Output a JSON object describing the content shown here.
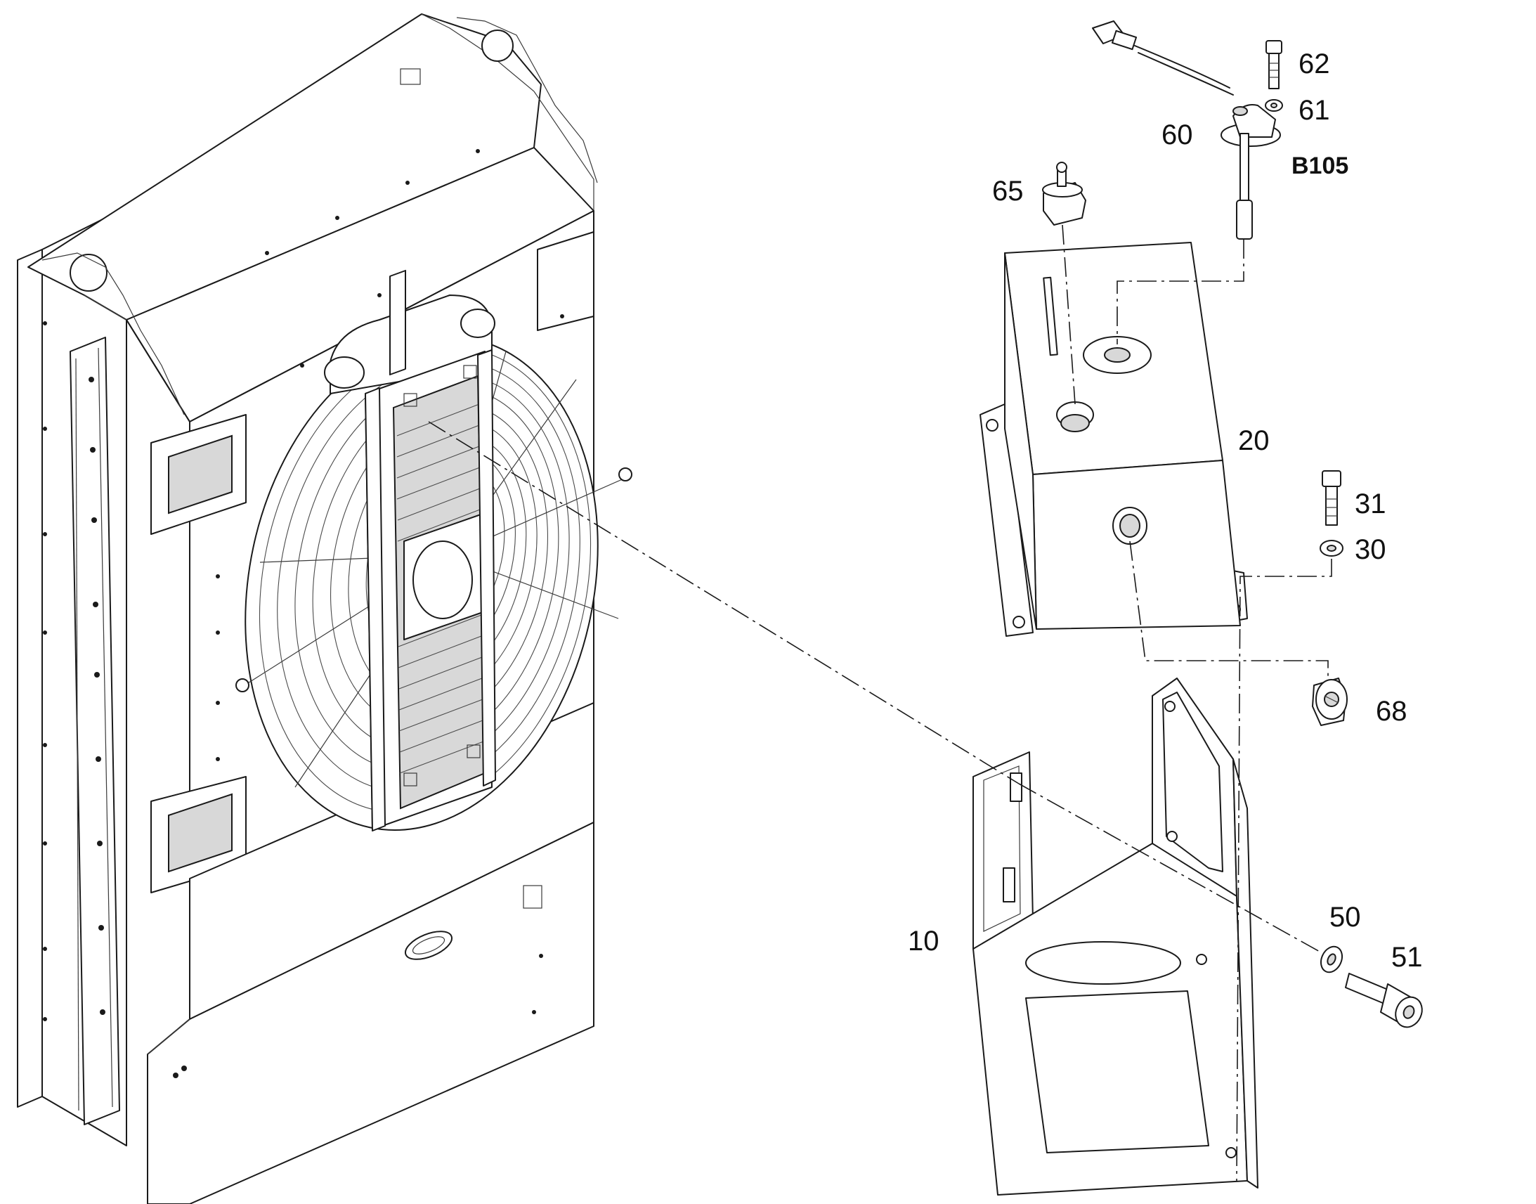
{
  "callouts": {
    "c10": "10",
    "c20": "20",
    "c30": "30",
    "c31": "31",
    "c50": "50",
    "c51": "51",
    "c60": "60",
    "c61": "61",
    "c62": "62",
    "c65": "65",
    "c68": "68",
    "sensor_code": "B105"
  }
}
